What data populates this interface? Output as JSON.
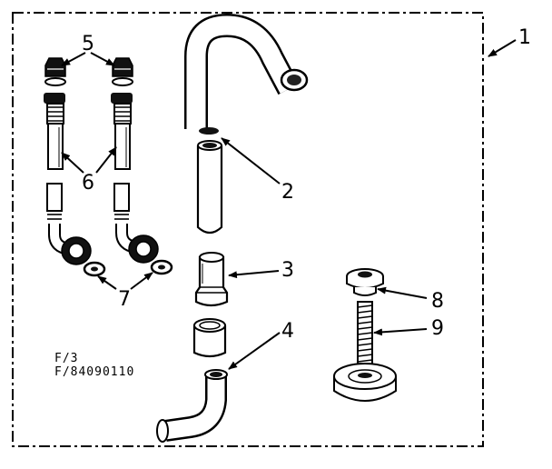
{
  "callouts": {
    "c1": "1",
    "c2": "2",
    "c3": "3",
    "c4": "4",
    "c5": "5",
    "c6": "6",
    "c7": "7",
    "c8": "8",
    "c9": "9"
  },
  "part_codes": {
    "line1": "F/3",
    "line2": "F/84090110"
  }
}
